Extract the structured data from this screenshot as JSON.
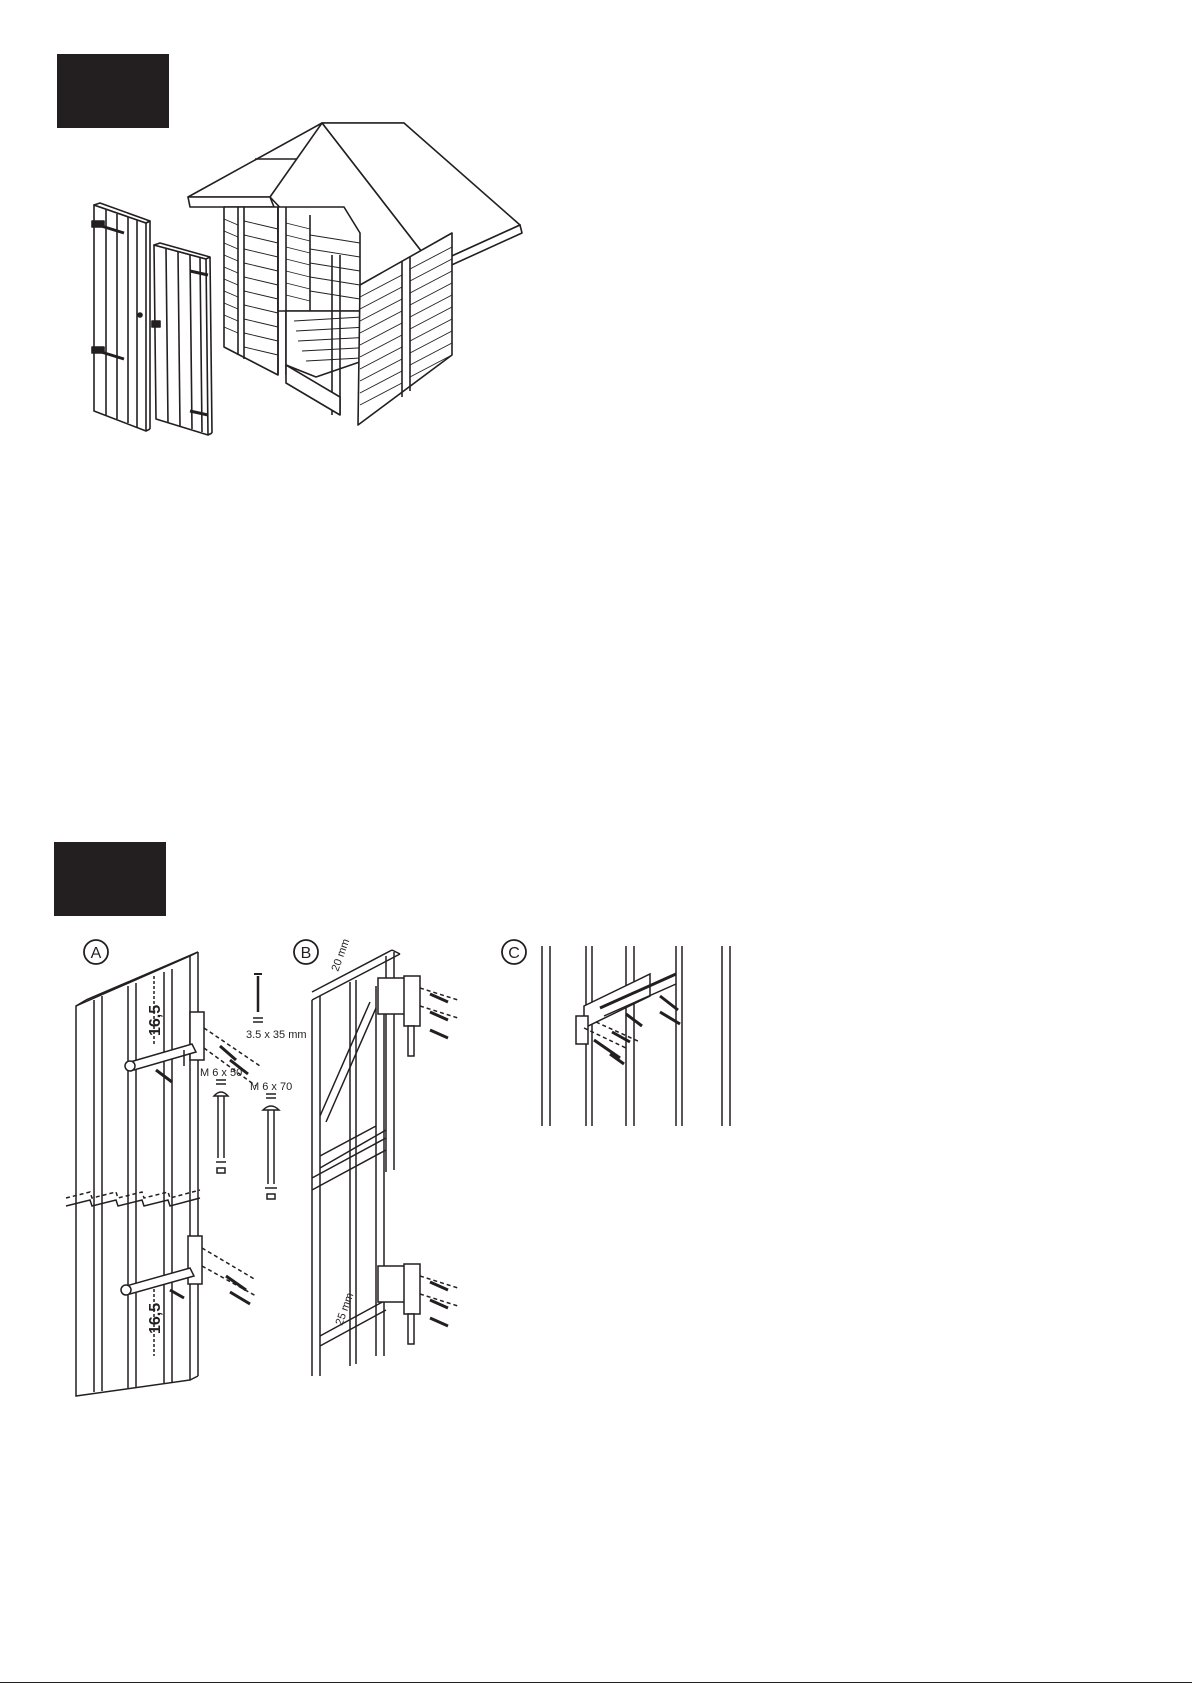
{
  "steps": [
    {
      "id": "step-1",
      "box_color": "#231f20"
    },
    {
      "id": "step-2",
      "box_color": "#231f20"
    }
  ],
  "details": {
    "a": {
      "marker": "A",
      "dim_top": "16,5",
      "dim_bottom": "16,5",
      "screw": "3.5 x 35 mm",
      "bolt_short": "M 6 x 50",
      "bolt_long": "M 6 x 70"
    },
    "b": {
      "marker": "B",
      "dim_top": "20 mm",
      "dim_bottom": "25 mm"
    },
    "c": {
      "marker": "C"
    }
  }
}
